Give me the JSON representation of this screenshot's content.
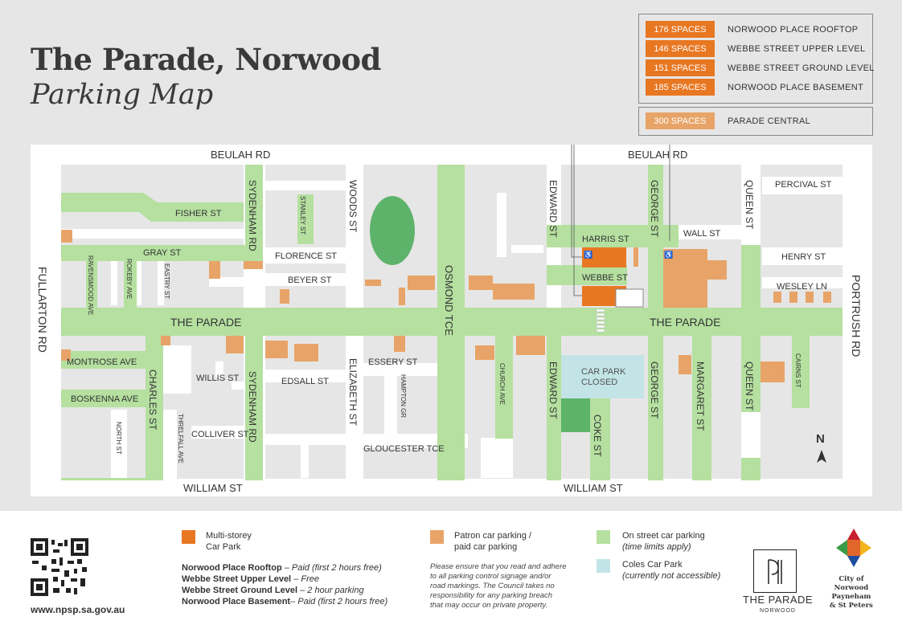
{
  "header": {
    "title": "The Parade, Norwood",
    "subtitle": "Parking Map"
  },
  "legend_top": [
    {
      "spaces": "176 SPACES",
      "name": "NORWOOD PLACE ROOFTOP",
      "color": "#e87722"
    },
    {
      "spaces": "146 SPACES",
      "name": "WEBBE STREET UPPER LEVEL",
      "color": "#e87722"
    },
    {
      "spaces": "151 SPACES",
      "name": "WEBBE STREET GROUND LEVEL",
      "color": "#e87722"
    },
    {
      "spaces": "185 SPACES",
      "name": "NORWOOD PLACE BASEMENT",
      "color": "#e87722"
    }
  ],
  "legend_central": {
    "spaces": "300 SPACES",
    "name": "PARADE CENTRAL",
    "color": "#e8a468"
  },
  "colors": {
    "multi_storey": "#e87722",
    "patron": "#e8a468",
    "on_street": "#b5e0a0",
    "coles": "#c2e4e6",
    "block": "#e6e6e6",
    "park": "#5db36a",
    "road": "#ffffff"
  },
  "map": {
    "labels": {
      "beulah_w": "BEULAH RD",
      "beulah_e": "BEULAH RD",
      "fisher": "FISHER ST",
      "gray": "GRAY ST",
      "ravensmood": "RAVENSMOOD AVE",
      "rokeby": "ROKEBY AVE",
      "eastry": "EASTRY ST",
      "sydenham_n": "SYDENHAM RD",
      "stanley": "STANLEY ST",
      "woods": "WOODS ST",
      "florence": "FLORENCE ST",
      "beyer": "BEYER ST",
      "osmond": "OSMOND TCE",
      "edward_n": "EDWARD ST",
      "harris": "HARRIS ST",
      "webbe": "WEBBE ST",
      "george_n": "GEORGE ST",
      "queen_n": "QUEEN ST",
      "percival": "PERCIVAL ST",
      "wall": "WALL ST",
      "henry": "HENRY ST",
      "wesley": "WESLEY LN",
      "parade_w": "THE PARADE",
      "parade_e": "THE PARADE",
      "fullarton": "FULLARTON RD",
      "portrush": "PORTRUSH RD",
      "montrose": "MONTROSE AVE",
      "boskenna": "BOSKENNA AVE",
      "charles": "CHARLES ST",
      "north": "NORTH ST",
      "threlfall": "THRELFALL AVE",
      "willis": "WILLIS ST",
      "colliver": "COLLIVER ST",
      "sydenham_s": "SYDENHAM RD",
      "edsall": "EDSALL ST",
      "elizabeth": "ELIZABETH ST",
      "essery": "ESSERY ST",
      "hampton": "HAMPTON GR",
      "gloucester": "GLOUCESTER TCE",
      "church": "CHURCH AVE",
      "edward_s": "EDWARD ST",
      "car_park_closed": "CAR PARK\nCLOSED",
      "coke": "COKE ST",
      "george_s": "GEORGE ST",
      "margaret": "MARGARET ST",
      "queen_s": "QUEEN ST",
      "cairns": "CAIRNS ST",
      "william_w": "WILLIAM ST",
      "william_e": "WILLIAM ST",
      "north_arrow": "N"
    }
  },
  "footer": {
    "url": "www.npsp.sa.gov.au",
    "multi_storey_label": "Multi-storey\nCar Park",
    "carparks": [
      {
        "name": "Norwood Place Rooftop",
        "note": " – Paid (first 2 hours free)"
      },
      {
        "name": "Webbe Street Upper Level",
        "note": " – Free"
      },
      {
        "name": "Webbe Street Ground Level",
        "note": " – 2 hour parking"
      },
      {
        "name": "Norwood Place Basement",
        "note": "– Paid (first 2 hours free)"
      }
    ],
    "patron_label": "Patron car parking /\npaid car parking",
    "disclaimer": "Please ensure that you read and adhere\nto all parking control signage and/or\nroad markings. The Council takes no\nresponsibility for any parking breach\nthat may occur on private property.",
    "on_street_label": "On street car parking",
    "on_street_note": "(time limits apply)",
    "coles_label": "Coles Car Park",
    "coles_note": "(currently not accessible)",
    "parade_logo": "THE PARADE",
    "parade_logo_sub": "NORWOOD",
    "council_logo": "City of\nNorwood\nPayneham\n& St Peters"
  }
}
